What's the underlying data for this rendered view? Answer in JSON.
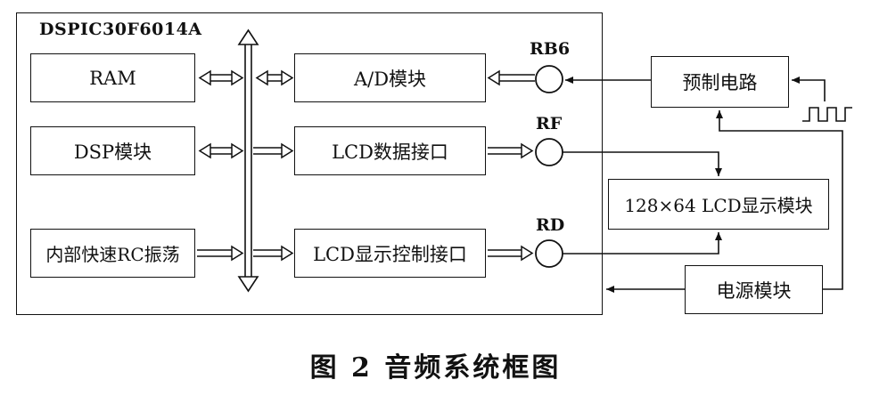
{
  "chip": {
    "title": "DSPIC30F6014A"
  },
  "blocks": {
    "ram": "RAM",
    "dsp": "DSP模块",
    "osc": "内部快速RC振荡",
    "adc": "A/D模块",
    "lcd_data": "LCD数据接口",
    "lcd_ctrl": "LCD显示控制接口",
    "precond": "预制电路",
    "lcd_module": "128×64 LCD显示模块",
    "power": "电源模块"
  },
  "pins": {
    "rb6": "RB6",
    "rf": "RF",
    "rd": "RD"
  },
  "caption": "图 2   音频系统框图",
  "icons": [
    "square-wave-icon",
    "arrow-icon",
    "double-arrow-icon"
  ]
}
